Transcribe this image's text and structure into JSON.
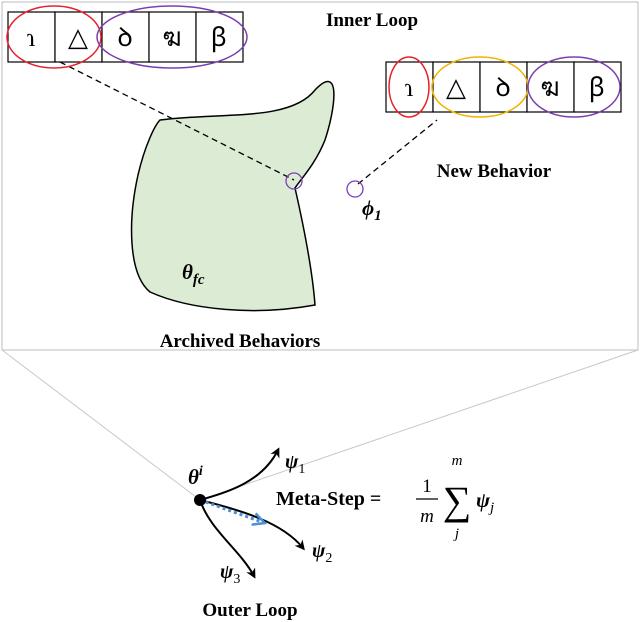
{
  "labels": {
    "inner_loop": "Inner Loop",
    "new_behavior": "New Behavior",
    "archived_behaviors": "Archived Behaviors",
    "outer_loop": "Outer Loop",
    "theta_fc": "θ",
    "theta_fc_sub": "fc",
    "phi": "ϕ",
    "phi_sub": "1",
    "theta_i": "θ",
    "theta_i_sup": "i",
    "psi": "ψ",
    "psi1_sub": "1",
    "psi2_sub": "2",
    "psi3_sub": "3",
    "meta_step": "Meta-Step =",
    "frac_num": "1",
    "frac_den": "m",
    "sum_upper": "m",
    "sum_lower": "j",
    "sum_symbol": "∑",
    "psi_j_sub": "j"
  },
  "sequences": {
    "archived": [
      "ɿ",
      "△",
      "ꝺ",
      "ฆ",
      "ꞵ"
    ],
    "new": [
      "ɿ",
      "△",
      "ꝺ",
      "ฆ",
      "ꞵ"
    ]
  },
  "colors": {
    "region_fill": "#dcebd4",
    "red": "#e8202a",
    "purple": "#7a3fb0",
    "orange": "#f0b400",
    "blue_step": "#4a8fd8",
    "panel_border": "#c8c8c8"
  }
}
